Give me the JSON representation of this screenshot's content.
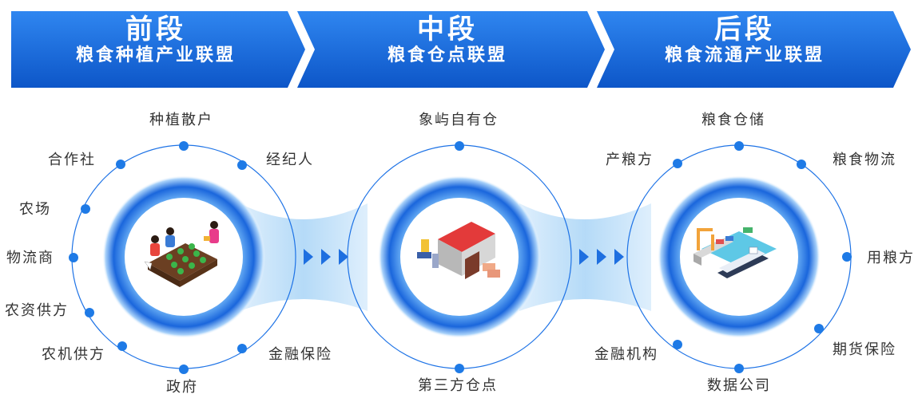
{
  "colors": {
    "banner_blue": "#1466dc",
    "ring_blue": "#1e73e6",
    "dot_blue": "#1e7ae6",
    "band_light": "#cfe6fb",
    "label_text": "#333333"
  },
  "stages": [
    {
      "title": "前段",
      "subtitle": "粮食种植产业联盟",
      "center_icon": "farming-people-illustration",
      "nodes": [
        "种植散户",
        "经纪人",
        "合作社",
        "农场",
        "物流商",
        "农资供方",
        "农机供方",
        "政府",
        "金融保险"
      ]
    },
    {
      "title": "中段",
      "subtitle": "粮食仓点联盟",
      "center_icon": "warehouse-illustration",
      "nodes": [
        "象屿自有仓",
        "第三方仓点"
      ]
    },
    {
      "title": "后段",
      "subtitle": "粮食流通产业联盟",
      "center_icon": "port-ship-illustration",
      "nodes": [
        "粮食仓储",
        "产粮方",
        "粮食物流",
        "用粮方",
        "期货保险",
        "数据公司",
        "金融机构"
      ]
    }
  ],
  "connector_icons": [
    "chevron-right-icon",
    "chevron-right-icon",
    "chevron-right-icon"
  ]
}
